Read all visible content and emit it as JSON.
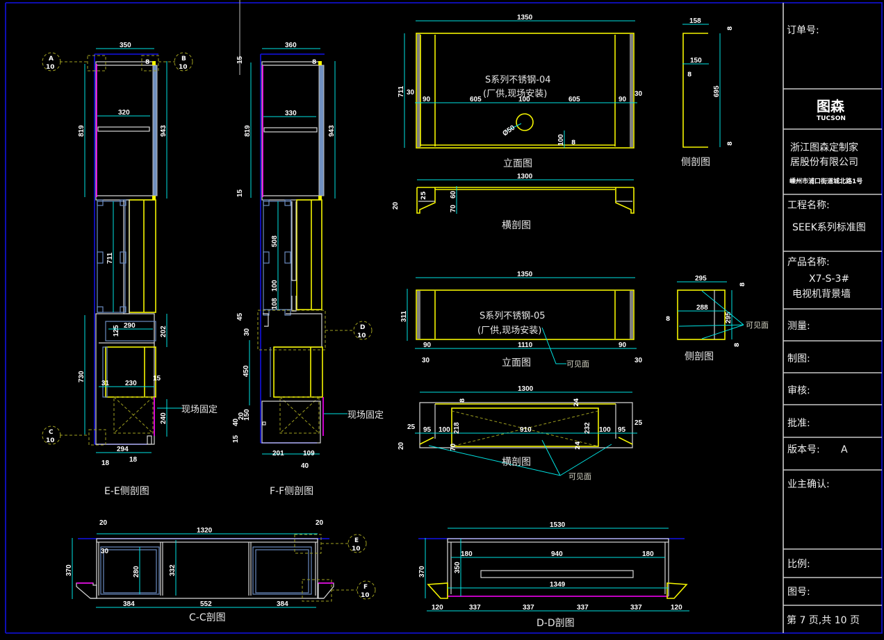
{
  "title_block": {
    "order_no_label": "订单号:",
    "logo_cn": "图森",
    "logo_en": "TUCSON",
    "company_line1": "浙江图森定制家",
    "company_line2": "居股份有限公司",
    "company_address": "嵊州市浦口街道城北路1号",
    "project_label": "工程名称:",
    "project_value": "SEEK系列标准图",
    "product_label": "产品名称:",
    "product_code": "X7-S-3#",
    "product_name": "电视机背景墙",
    "measure_label": "测量:",
    "drawn_label": "制图:",
    "review_label": "审核:",
    "approve_label": "批准:",
    "version_label": "版本号:",
    "version_value": "A",
    "owner_confirm_label": "业主确认:",
    "scale_label": "比例:",
    "drawing_no_label": "图号:",
    "page_info": "第 7 页,共 10 页"
  },
  "views": {
    "ee": {
      "label": "E-E侧剖图",
      "dims": {
        "w_top": "350",
        "w_inner": "320",
        "h_left": "819",
        "h_right": "943",
        "h_mid": "711",
        "h_lower": "730",
        "w_drawer": "290",
        "h_drawer": "125",
        "h_drawer_r": "202",
        "w_box": "230",
        "gap_l": "31",
        "gap_r": "15",
        "h_fix": "240",
        "w_bottom": "294",
        "edge_l": "18",
        "edge_r": "18",
        "corner": "8"
      },
      "callouts": {
        "a": "A",
        "a_sheet": "10",
        "b": "B",
        "b_sheet": "10",
        "c": "C",
        "c_sheet": "10"
      },
      "fixed_note": "现场固定"
    },
    "ff": {
      "label": "F-F侧剖图",
      "dims": {
        "w_top": "360",
        "w_inner": "330",
        "h_left": "819",
        "h_right": "943",
        "top_off": "15",
        "bot_off": "15",
        "h_mid": "508",
        "h_100": "100",
        "h_108": "108",
        "h_45": "45",
        "h_30": "30",
        "h_450": "450",
        "h_150": "150",
        "h_20": "20",
        "h_40": "40",
        "h_15b": "15",
        "w_201": "201",
        "w_109": "109",
        "w_40": "40",
        "corner": "8"
      },
      "callouts": {
        "d": "D",
        "d_sheet": "10"
      },
      "fixed_note": "现场固定"
    },
    "elev04": {
      "label": "立面图",
      "title_line1": "S系列不锈钢-04",
      "title_line2": "(厂供,现场安装)",
      "dims": {
        "width": "1350",
        "height": "711",
        "side_l": "30",
        "side_r": "30",
        "p90l": "90",
        "p605l": "605",
        "p100": "100",
        "p605r": "605",
        "p90r": "90",
        "hole": "Ø50",
        "hole_y": "100",
        "hole_off": "8"
      }
    },
    "side04": {
      "label": "侧剖图",
      "dims": {
        "top_w": "158",
        "mid_w": "150",
        "height": "695",
        "t_top": "8",
        "t_bot": "8",
        "thick": "8"
      }
    },
    "hsec04": {
      "label": "横剖图",
      "dims": {
        "width": "1300",
        "h_left": "20",
        "h_inner": "25",
        "h_60": "60",
        "h_70": "70"
      }
    },
    "elev05": {
      "label": "立面图",
      "title_line1": "S系列不锈钢-05",
      "title_line2": "(厂供,现场安装)",
      "visible_note": "可见面",
      "dims": {
        "width": "1350",
        "height": "311",
        "p90l": "90",
        "p1110": "1110",
        "p90r": "90",
        "side_l": "30",
        "side_r": "30"
      }
    },
    "side05": {
      "label": "侧剖图",
      "visible_note": "可见面",
      "dims": {
        "top_w": "295",
        "inner_w": "288",
        "height": "295",
        "thick": "8",
        "t_top": "8",
        "t_bot": "8"
      }
    },
    "hsec05": {
      "label": "横剖图",
      "visible_note": "可见面",
      "dims": {
        "width": "1300",
        "w_25l": "25",
        "w_95l": "95",
        "w_100l": "100",
        "w_910": "910",
        "w_100r": "100",
        "w_95r": "95",
        "w_25r": "25",
        "h_218": "218",
        "h_232": "232",
        "h_8": "8",
        "h_24t": "24",
        "h_24b": "24",
        "h_20": "20",
        "h_70": "70"
      }
    },
    "cc": {
      "label": "C-C剖图",
      "dims": {
        "width": "1320",
        "edge_l": "20",
        "edge_r": "20",
        "height": "370",
        "h_inner": "280",
        "h_mid": "332",
        "off": "30",
        "w_l": "384",
        "w_m": "552",
        "w_r": "384"
      },
      "callouts": {
        "e": "E",
        "e_sheet": "10",
        "f": "F",
        "f_sheet": "10"
      }
    },
    "dd": {
      "label": "D-D剖图",
      "dims": {
        "width": "1530",
        "height": "370",
        "h_inner": "350",
        "w_180l": "180",
        "w_940": "940",
        "w_180r": "180",
        "w_1349": "1349",
        "b_120l": "120",
        "b_337a": "337",
        "b_337b": "337",
        "b_337c": "337",
        "b_337d": "337",
        "b_120r": "120"
      }
    }
  },
  "colors": {
    "background": "#000000",
    "dimension": "#00e5e5",
    "steel": "#f5f500",
    "panel": "#d8d8d8",
    "border": "#1010c8",
    "highlight": "#ff00ff",
    "hardware": "#6c8cc0"
  }
}
